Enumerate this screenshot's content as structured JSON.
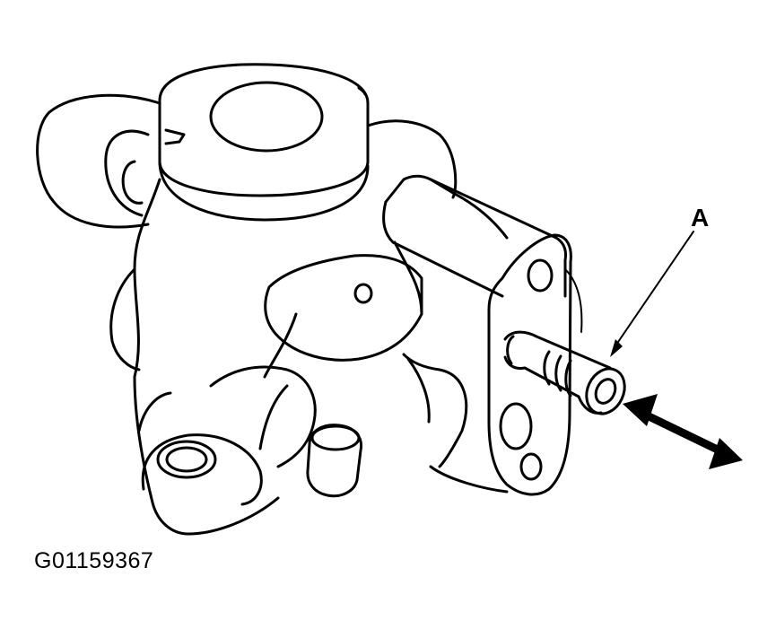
{
  "diagram": {
    "callouts": [
      {
        "id": "A",
        "label": "A"
      }
    ],
    "figure_id": "G01159367",
    "colors": {
      "line": "#000000",
      "background": "#ffffff"
    },
    "icons": [
      "double-arrow-icon"
    ]
  }
}
